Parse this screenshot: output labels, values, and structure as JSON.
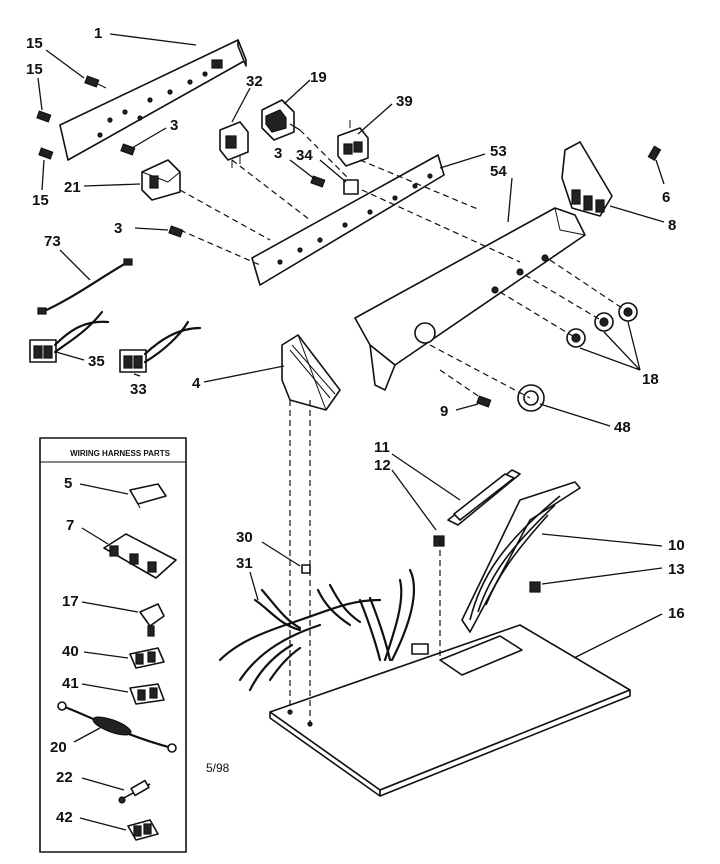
{
  "callouts": [
    {
      "id": "15a",
      "label": "15"
    },
    {
      "id": "15b",
      "label": "15"
    },
    {
      "id": "15c",
      "label": "15"
    },
    {
      "id": "1",
      "label": "1"
    },
    {
      "id": "32",
      "label": "32"
    },
    {
      "id": "19",
      "label": "19"
    },
    {
      "id": "39",
      "label": "39"
    },
    {
      "id": "3a",
      "label": "3"
    },
    {
      "id": "3b",
      "label": "3"
    },
    {
      "id": "3c",
      "label": "3"
    },
    {
      "id": "34",
      "label": "34"
    },
    {
      "id": "53",
      "label": "53"
    },
    {
      "id": "54",
      "label": "54"
    },
    {
      "id": "6",
      "label": "6"
    },
    {
      "id": "8",
      "label": "8"
    },
    {
      "id": "21",
      "label": "21"
    },
    {
      "id": "73",
      "label": "73"
    },
    {
      "id": "35",
      "label": "35"
    },
    {
      "id": "33",
      "label": "33"
    },
    {
      "id": "4",
      "label": "4"
    },
    {
      "id": "18",
      "label": "18"
    },
    {
      "id": "9",
      "label": "9"
    },
    {
      "id": "48",
      "label": "48"
    },
    {
      "id": "11",
      "label": "11"
    },
    {
      "id": "12",
      "label": "12"
    },
    {
      "id": "10",
      "label": "10"
    },
    {
      "id": "13",
      "label": "13"
    },
    {
      "id": "30",
      "label": "30"
    },
    {
      "id": "31",
      "label": "31"
    },
    {
      "id": "16",
      "label": "16"
    },
    {
      "id": "5",
      "label": "5"
    },
    {
      "id": "7",
      "label": "7"
    },
    {
      "id": "17",
      "label": "17"
    },
    {
      "id": "40",
      "label": "40"
    },
    {
      "id": "41",
      "label": "41"
    },
    {
      "id": "20",
      "label": "20"
    },
    {
      "id": "22",
      "label": "22"
    },
    {
      "id": "42",
      "label": "42"
    }
  ],
  "wiring_box": {
    "title": "WIRING HARNESS PARTS"
  },
  "footer": {
    "date_code": "5/98"
  }
}
